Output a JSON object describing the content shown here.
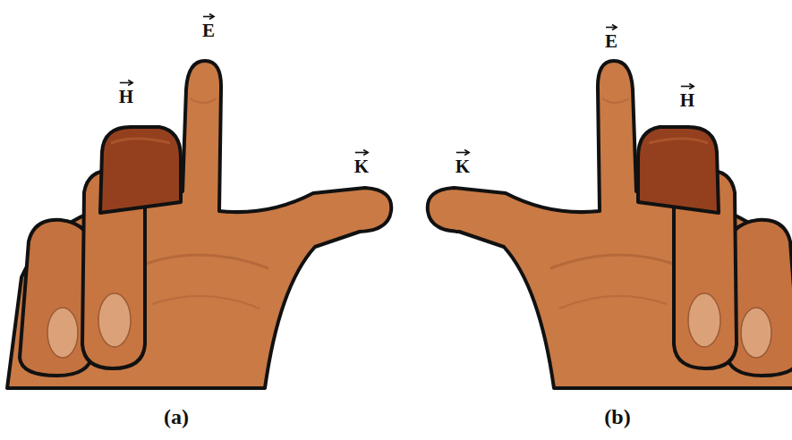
{
  "diagram": {
    "labels": [
      "H",
      "E",
      "K",
      "(a)",
      "K",
      "E",
      "H",
      "(b)"
    ]
  }
}
